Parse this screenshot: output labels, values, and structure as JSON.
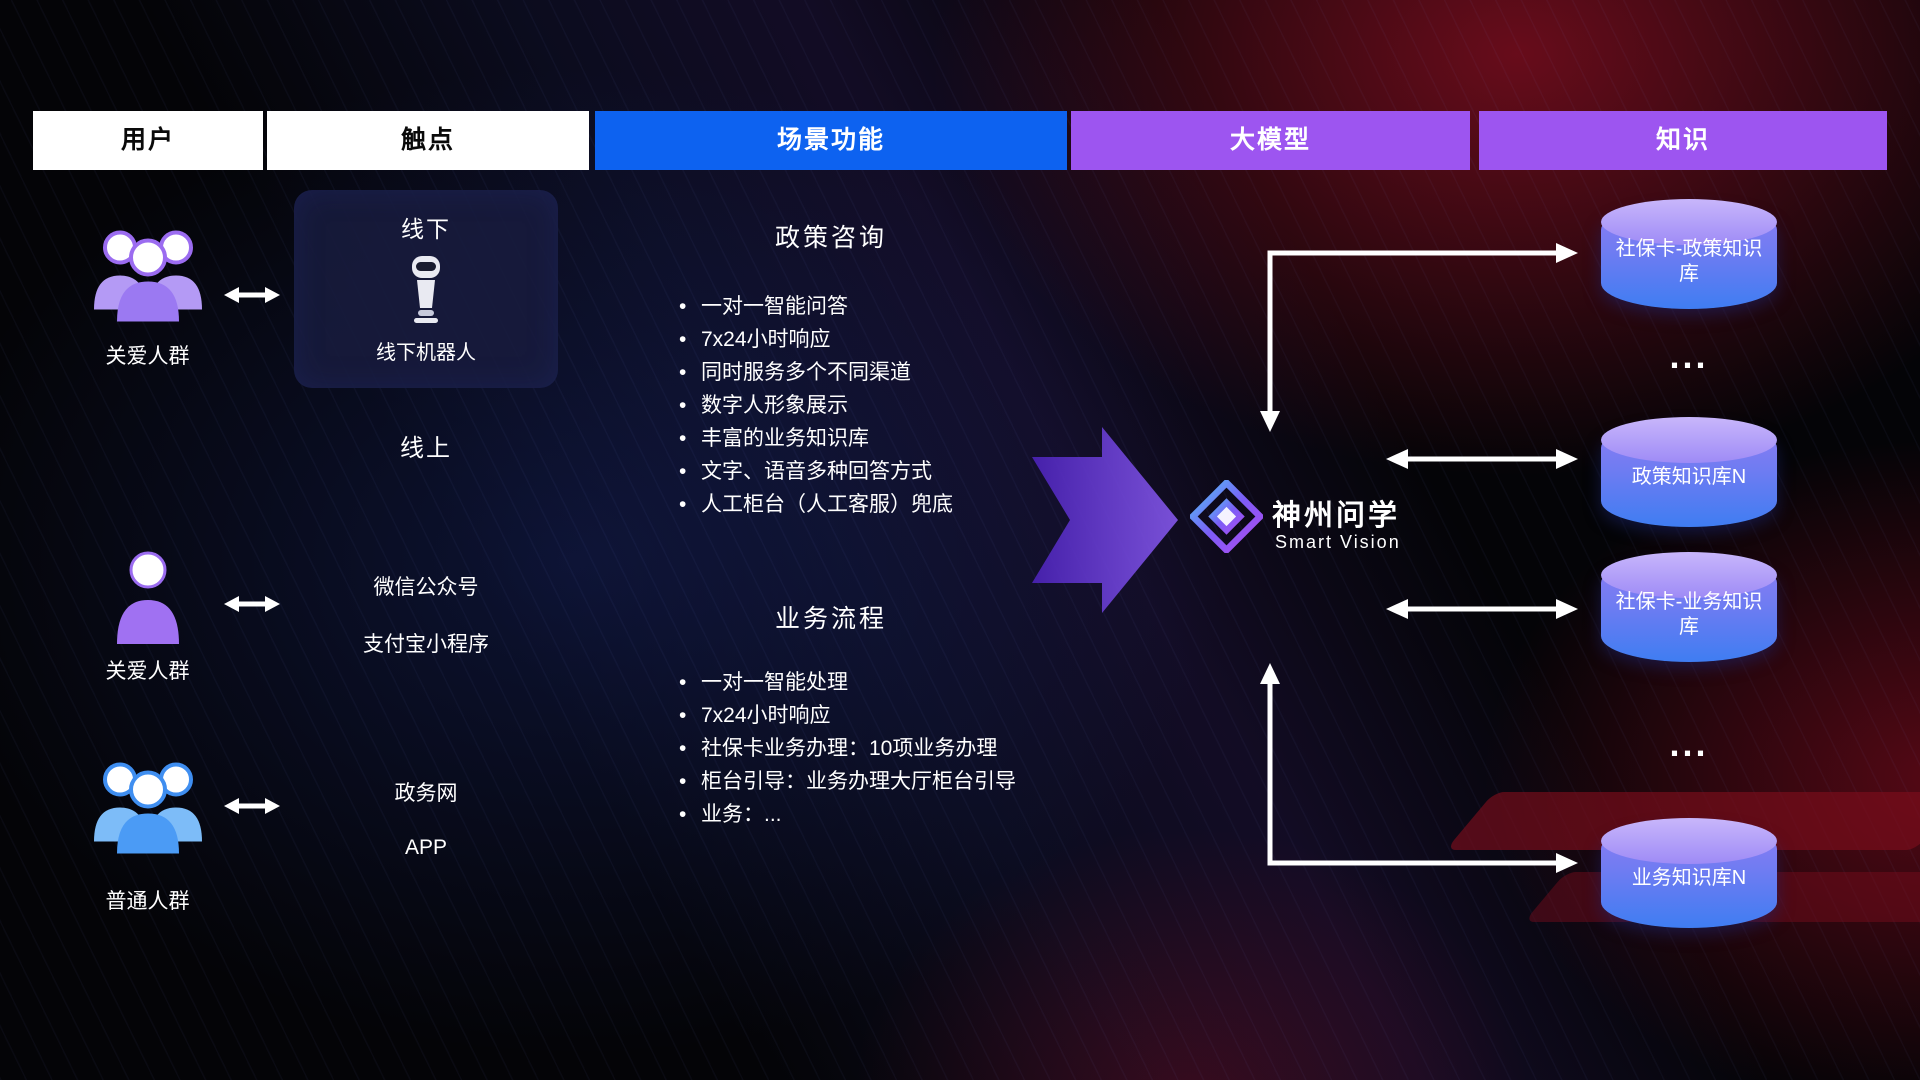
{
  "header": {
    "columns": [
      {
        "label": "用户"
      },
      {
        "label": "触点"
      },
      {
        "label": "场景功能"
      },
      {
        "label": "大模型"
      },
      {
        "label": "知识"
      }
    ]
  },
  "users": {
    "group1_label": "关爱人群",
    "group2_label": "关爱人群",
    "group3_label": "普通人群"
  },
  "touchpoints": {
    "offline_title": "线下",
    "offline_robot_label": "线下机器人",
    "online_title": "线上",
    "channel_wechat": "微信公众号",
    "channel_alipay": "支付宝小程序",
    "channel_gov": "政务网",
    "channel_app": "APP"
  },
  "scenario_policy": {
    "title": "政策咨询",
    "items": [
      "一对一智能问答",
      "7x24小时响应",
      "同时服务多个不同渠道",
      "数字人形象展示",
      "丰富的业务知识库",
      "文字、语音多种回答方式",
      "人工柜台（人工客服）兜底"
    ]
  },
  "scenario_business": {
    "title": "业务流程",
    "items": [
      "一对一智能处理",
      "7x24小时响应",
      "社保卡业务办理：10项业务办理",
      "柜台引导：业务办理大厅柜台引导",
      "业务：..."
    ]
  },
  "model": {
    "name": "神州问学",
    "subtitle": "Smart Vision"
  },
  "knowledge": {
    "db1": "社保卡-政策知识库",
    "ellipsis1": "...",
    "db2": "政策知识库N",
    "db3": "社保卡-业务知识库",
    "ellipsis2": "...",
    "db4": "业务知识库N"
  },
  "colors": {
    "header_blue": "#0d62f0",
    "header_purple": "#9d55f0",
    "big_arrow_purple": "#6d3df0",
    "db_top": "#c8b6fb",
    "db_bottom": "#3f7df2",
    "user_purple": "#a071f2",
    "user_blue": "#4b9bf5",
    "background_red_glow": "#aa1228",
    "background_blue_glow": "#1a2a78"
  }
}
